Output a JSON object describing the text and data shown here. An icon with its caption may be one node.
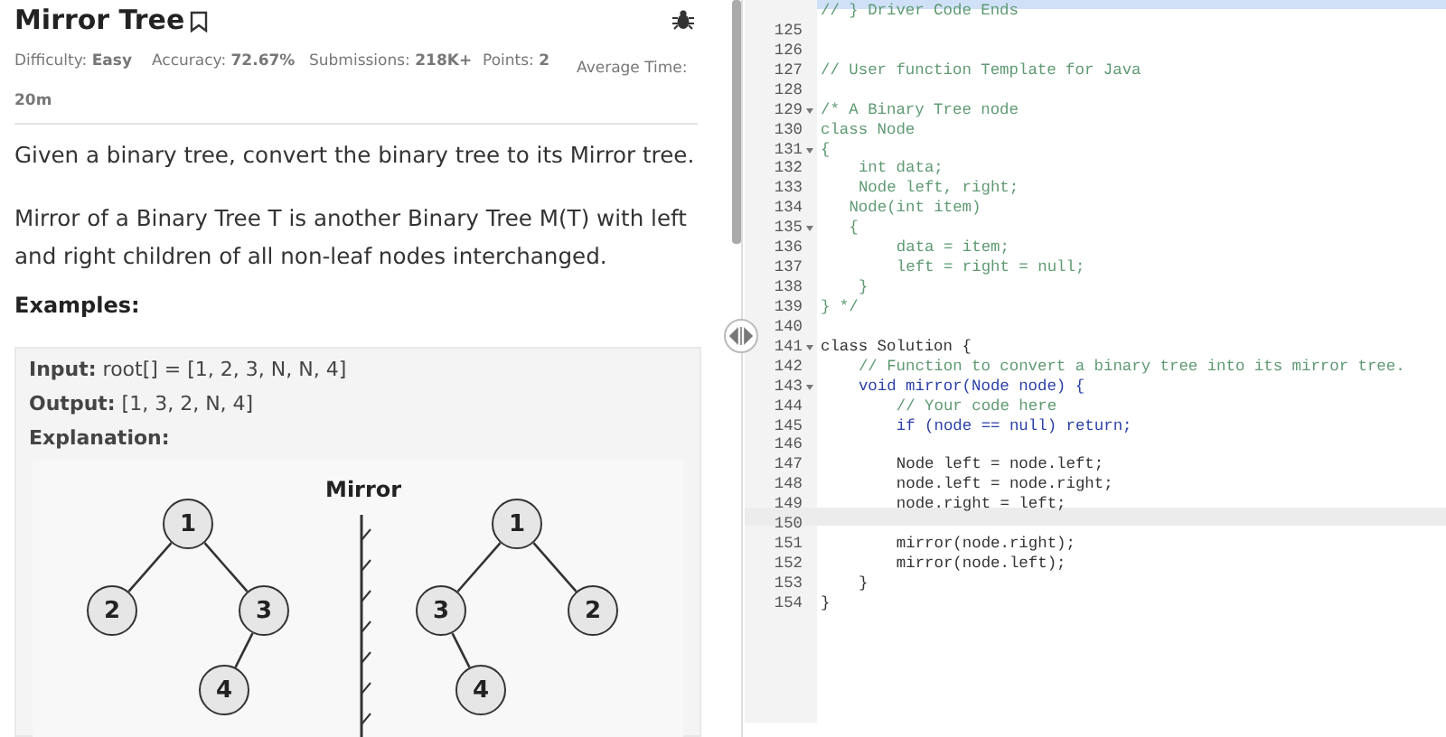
{
  "diagram": {
    "nodes": [
      {
        "text": [
          "1"
        ]
      },
      {
        "text": [
          "2"
        ]
      },
      {
        "text": [
          "3"
        ]
      },
      {
        "text": [
          "4"
        ]
      },
      {
        "text": [
          "1"
        ]
      },
      {
        "text": [
          "3"
        ]
      },
      {
        "text": [
          "2"
        ]
      },
      {
        "text": [
          "4"
        ]
      }
    ],
    "edges": [
      {
        "from": 0,
        "to": 1,
        "arrow": "none"
      },
      {
        "from": 0,
        "to": 2,
        "arrow": "none"
      },
      {
        "from": 2,
        "to": 3,
        "arrow": "none"
      },
      {
        "from": 4,
        "to": 5,
        "arrow": "none"
      },
      {
        "from": 4,
        "to": 6,
        "arrow": "none"
      },
      {
        "from": 5,
        "to": 7,
        "arrow": "none"
      }
    ],
    "labels": [
      "Mirror Tree",
      "Difficulty: **Easy**",
      "Accuracy: **72.67%**",
      "Submissions: **218K+**",
      "Points: **2**",
      "Average Time: **20m**",
      "Given a binary tree, convert the binary tree to its Mirror tree.",
      "Mirror of a Binary Tree T is another Binary Tree M(T) with left and right children of all non-leaf nodes interchanged.",
      "Examples:",
      "**Input:** root[] = [1, 2, 3, N, N, 4]",
      "**Output:** [1, 3, 2, N, 4]",
      "Explanation:",
      "Mirror",
      "// } Driver Code Ends",
      "125",
      "126",
      "127",
      "// User function Template for Java",
      "128",
      "129",
      "/* A Binary Tree node",
      "130",
      "class Node",
      "131",
      "{",
      "132",
      "int data;",
      "133",
      "Node left, right;",
      "134",
      "Node(int item)",
      "135",
      "{",
      "136",
      "data = item;",
      "137",
      "left = right = null;",
      "138",
      "}",
      "139",
      "} */",
      "140",
      "141",
      "class Solution {",
      "142",
      "// Function to convert a binary tree into its mirror tree.",
      "143",
      "void mirror(Node node) {",
      "144",
      "// Your code here",
      "145",
      "if (node == null) return;",
      "146",
      "147",
      "Node left = node.left;",
      "148",
      "node.left = node.right;",
      "149",
      "node.right = left;",
      "150",
      "151",
      "mirror(node.right);",
      "152",
      "mirror(node.left);",
      "153",
      "}",
      "154",
      "}"
    ]
  }
}
